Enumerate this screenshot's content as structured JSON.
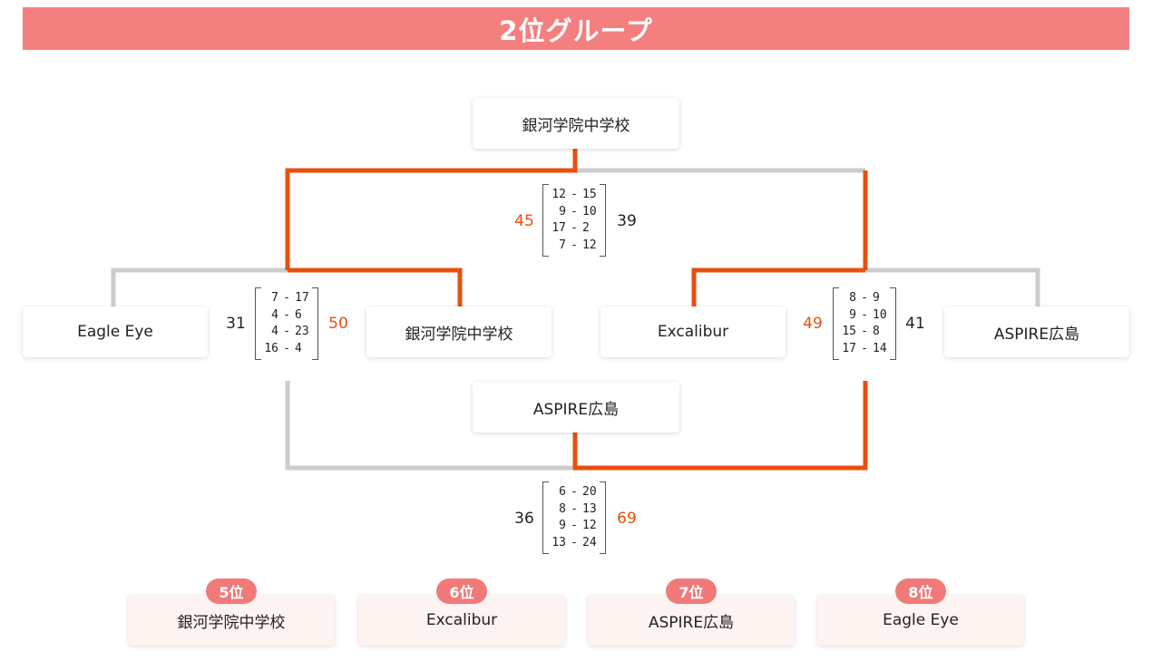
{
  "header": {
    "title": "2位グループ"
  },
  "colors": {
    "header": "#f47f7f",
    "winner_line": "#e8500e",
    "loser_line": "#cccccc",
    "badge": "#f07a7a"
  },
  "bracket": {
    "final_winner": "銀河学院中学校",
    "third_winner": "ASPIRE広島",
    "teams": [
      "Eagle Eye",
      "銀河学院中学校",
      "Excalibur",
      "ASPIRE広島"
    ],
    "semi1": {
      "left_total": "31",
      "right_total": "50",
      "sets": [
        [
          "7",
          "17"
        ],
        [
          "4",
          "6"
        ],
        [
          "4",
          "23"
        ],
        [
          "16",
          "4"
        ]
      ]
    },
    "semi2": {
      "left_total": "49",
      "right_total": "41",
      "sets": [
        [
          "8",
          "9"
        ],
        [
          "9",
          "10"
        ],
        [
          "15",
          "8"
        ],
        [
          "17",
          "14"
        ]
      ]
    },
    "final": {
      "left_total": "45",
      "right_total": "39",
      "sets": [
        [
          "12",
          "15"
        ],
        [
          "9",
          "10"
        ],
        [
          "17",
          "2"
        ],
        [
          "7",
          "12"
        ]
      ]
    },
    "third": {
      "left_total": "36",
      "right_total": "69",
      "sets": [
        [
          "6",
          "20"
        ],
        [
          "8",
          "13"
        ],
        [
          "9",
          "12"
        ],
        [
          "13",
          "24"
        ]
      ]
    }
  },
  "rankings": [
    {
      "rank": "5位",
      "team": "銀河学院中学校"
    },
    {
      "rank": "6位",
      "team": "Excalibur"
    },
    {
      "rank": "7位",
      "team": "ASPIRE広島"
    },
    {
      "rank": "8位",
      "team": "Eagle Eye"
    }
  ]
}
